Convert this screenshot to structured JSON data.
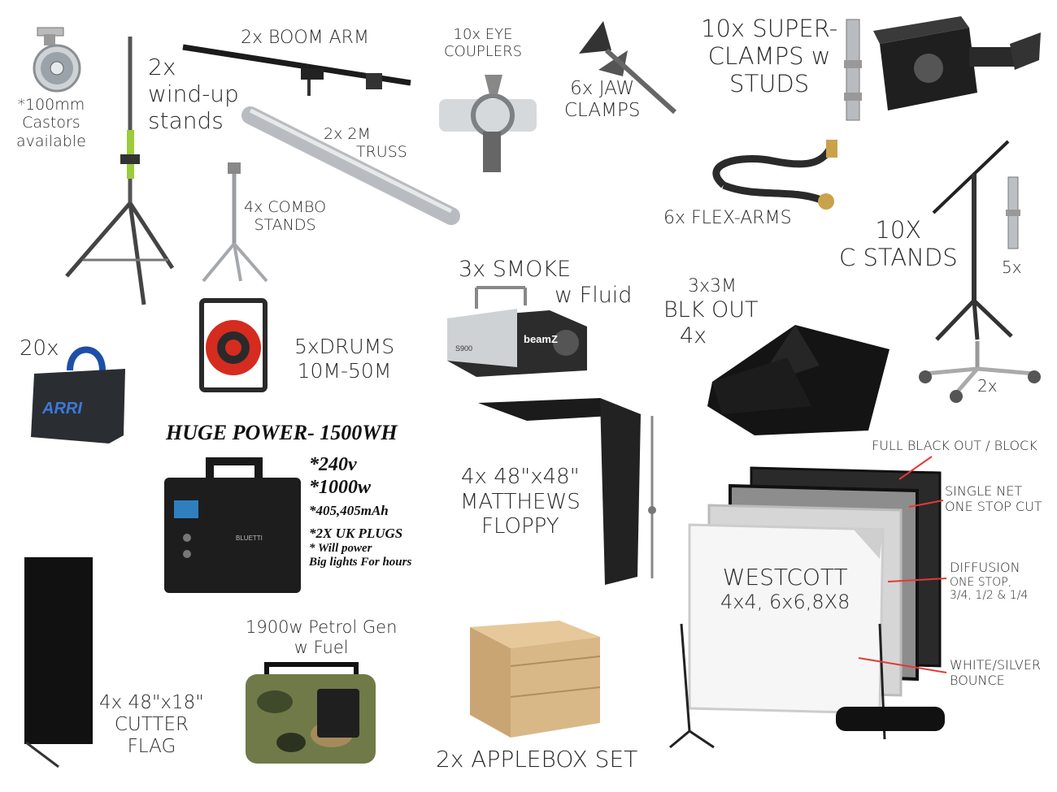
{
  "items": {
    "castors": {
      "line1": "*100mm",
      "line2": "Castors",
      "line3": "available"
    },
    "windup": {
      "line1": "2x",
      "line2": "wind-up",
      "line3": "stands"
    },
    "boom": {
      "label": "2x BOOM ARM"
    },
    "truss": {
      "line1": "2x 2M",
      "line2": "TRUSS"
    },
    "combo": {
      "line1": "4x COMBO",
      "line2": "STANDS"
    },
    "eye": {
      "line1": "10x EYE",
      "line2": "COUPLERS"
    },
    "jaw": {
      "line1": "6x JAW",
      "line2": "CLAMPS"
    },
    "superclamps": {
      "line1": "10x SUPER-",
      "line2": "CLAMPS w",
      "line3": "STUDS"
    },
    "flexarms": {
      "label": "6x FLEX-ARMS"
    },
    "cstands": {
      "line1": "10X",
      "line2": "C STANDS",
      "pins": "5x",
      "base": "2x"
    },
    "smoke": {
      "line1": "3x SMOKE",
      "line2": "w Fluid"
    },
    "blackout": {
      "line1": "3x3M",
      "line2": "BLK OUT",
      "line3": "4x"
    },
    "sandbags": {
      "label": "20x"
    },
    "drums": {
      "line1": "5xDRUMS",
      "line2": "10M-50M"
    },
    "power": {
      "title": "HUGE POWER- 1500WH",
      "spec1": "*240v",
      "spec2": "*1000w",
      "spec3": "*405,405mAh",
      "spec4": "*2X UK PLUGS",
      "spec5": "* Will power",
      "spec6": "Big lights For hours"
    },
    "floppy": {
      "line1": "4x 48\"x48\"",
      "line2": "MATTHEWS",
      "line3": "FLOPPY"
    },
    "cutter": {
      "line1": "4x 48\"x18\"",
      "line2": "CUTTER",
      "line3": "FLAG"
    },
    "gen": {
      "line1": "1900w Petrol Gen",
      "line2": "w Fuel"
    },
    "applebox": {
      "label": "2x APPLEBOX SET"
    },
    "westcott": {
      "line1": "WESTCOTT",
      "line2": "4x4, 6x6,8X8",
      "blackout": "FULL BLACK OUT / BLOCK",
      "net1": "SINGLE NET",
      "net2": "ONE STOP CUT",
      "diff1": "DIFFUSION",
      "diff2": "ONE STOP,",
      "diff3": "3/4, 1/2 & 1/4",
      "bounce1": "WHITE/SILVER",
      "bounce2": "BOUNCE"
    }
  },
  "colors": {
    "accent_red": "#e53935",
    "arri_blue": "#1e4fa8",
    "drum_red": "#d62b1f",
    "text": "#2b2b2b"
  },
  "brands": {
    "arri": "ARRI",
    "beamz": "beamZ",
    "bluetti": "BLUETTI",
    "model": "S900"
  }
}
